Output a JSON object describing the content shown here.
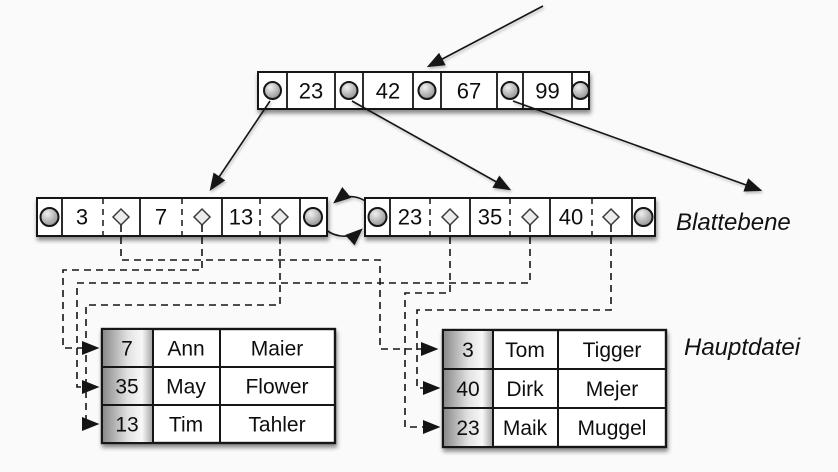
{
  "root_node": {
    "keys": [
      "23",
      "42",
      "67",
      "99"
    ]
  },
  "left_leaf": {
    "keys": [
      "3",
      "7",
      "13"
    ]
  },
  "right_leaf": {
    "keys": [
      "23",
      "35",
      "40"
    ]
  },
  "labels": {
    "leaf_level": "Blattebene",
    "main_file": "Hauptdatei"
  },
  "left_table": {
    "rows": [
      {
        "key": "7",
        "first": "Ann",
        "last": "Maier"
      },
      {
        "key": "35",
        "first": "May",
        "last": "Flower"
      },
      {
        "key": "13",
        "first": "Tim",
        "last": "Tahler"
      }
    ]
  },
  "right_table": {
    "rows": [
      {
        "key": "3",
        "first": "Tom",
        "last": "Tigger"
      },
      {
        "key": "40",
        "first": "Dirk",
        "last": "Mejer"
      },
      {
        "key": "23",
        "first": "Maik",
        "last": "Muggel"
      }
    ]
  },
  "connections": [
    {
      "from": "leaf-key-3",
      "to": "record-3"
    },
    {
      "from": "leaf-key-7",
      "to": "record-7"
    },
    {
      "from": "leaf-key-13",
      "to": "record-13"
    },
    {
      "from": "leaf-key-23",
      "to": "record-23"
    },
    {
      "from": "leaf-key-35",
      "to": "record-35"
    },
    {
      "from": "leaf-key-40",
      "to": "record-40"
    }
  ],
  "icons": {
    "pointer_circle": "node-pointer-icon",
    "record_diamond": "record-pointer-icon"
  },
  "colors": {
    "background": "#fafafa",
    "line": "#141414",
    "node_fill": "#ffffff",
    "ball_gray": "#9a9a9a",
    "key_column_gray": "#8e8e8e"
  }
}
